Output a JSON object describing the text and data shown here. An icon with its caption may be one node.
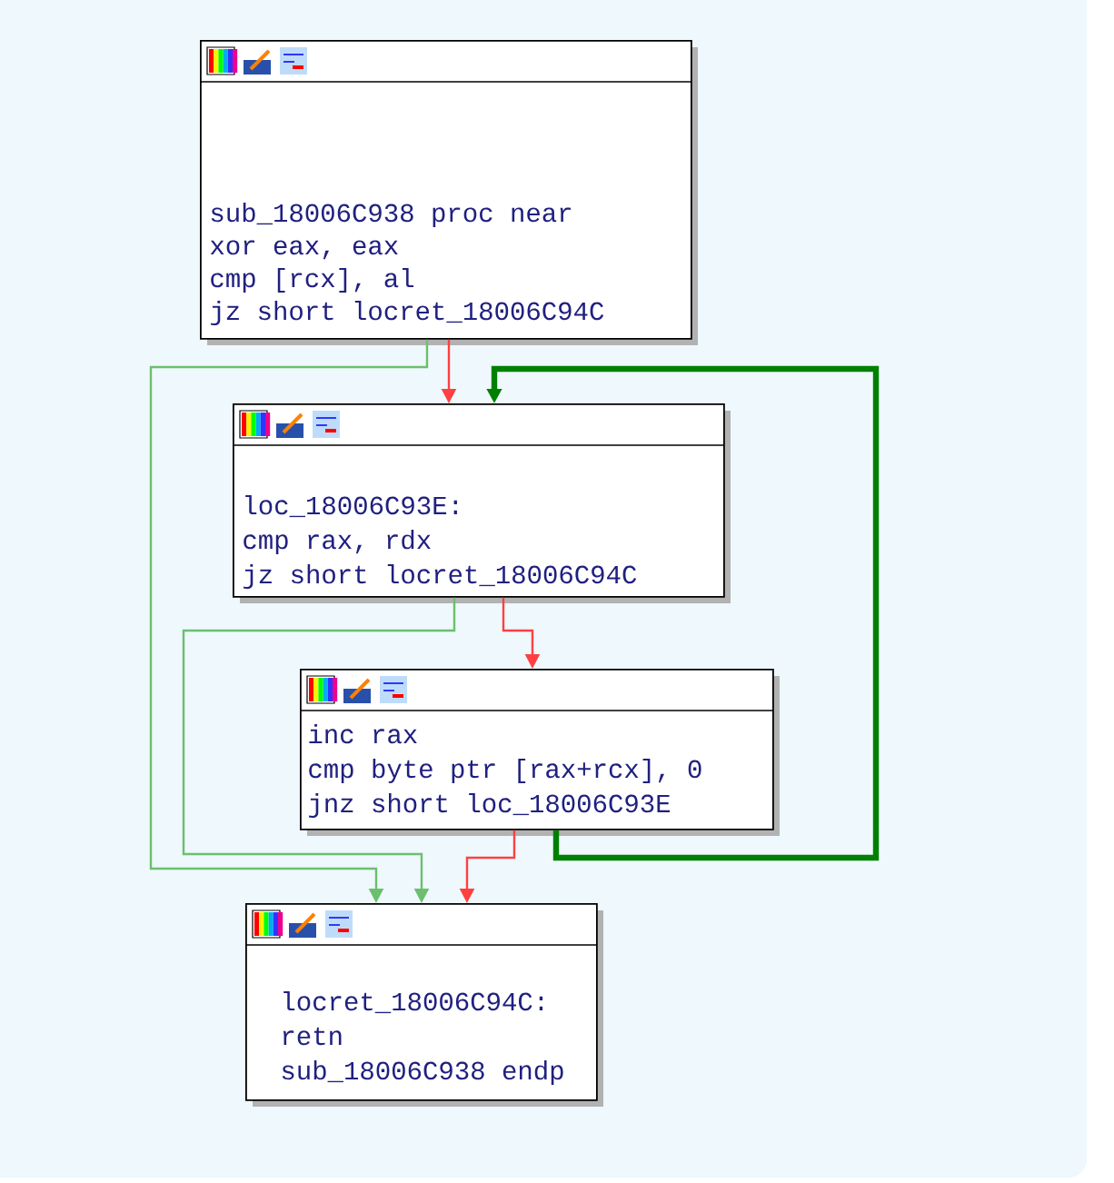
{
  "diagram": {
    "nodes": [
      {
        "text": [
          "sub_18006C938 proc near",
          "xor eax, eax",
          "cmp [rcx], al",
          "jz short locret_18006C94C"
        ]
      },
      {
        "text": [
          "loc_18006C93E:",
          "cmp rax, rdx",
          "jz short locret_18006C94C"
        ]
      },
      {
        "text": [
          "inc rax",
          "cmp byte ptr [rax+rcx], 0",
          "jnz short loc_18006C93E"
        ]
      },
      {
        "text": [
          "locret_18006C94C:",
          "retn",
          "sub_18006C938 endp"
        ]
      }
    ],
    "edges": [
      {
        "from": 0,
        "to": 3,
        "arrow": "to",
        "color": "#6cbf6c"
      },
      {
        "from": 0,
        "to": 1,
        "arrow": "to",
        "color": "#ff4040"
      },
      {
        "from": 2,
        "to": 1,
        "arrow": "to",
        "style": "thick",
        "color": "#008000"
      },
      {
        "from": 1,
        "to": 3,
        "arrow": "to",
        "color": "#6cbf6c"
      },
      {
        "from": 1,
        "to": 2,
        "arrow": "to",
        "color": "#ff4040"
      },
      {
        "from": 2,
        "to": 3,
        "arrow": "to",
        "color": "#ff4040"
      }
    ]
  }
}
